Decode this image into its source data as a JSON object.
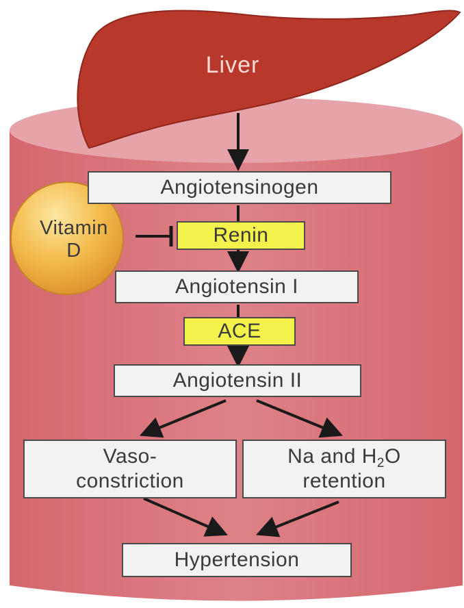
{
  "diagram": {
    "organ_label": "Liver",
    "inhibitor": {
      "line1": "Vitamin",
      "line2": "D"
    },
    "nodes": {
      "angiotensinogen": "Angiotensinogen",
      "renin": "Renin",
      "angiotensin_i": "Angiotensin I",
      "ace": "ACE",
      "angiotensin_ii": "Angiotensin II",
      "vasoconstriction": {
        "line1": "Vaso-",
        "line2": "constriction"
      },
      "na_h2o": {
        "line1_prefix": "Na and H",
        "line1_sub": "2",
        "line1_suffix": "O",
        "line2": "retention"
      },
      "hypertension": "Hypertension"
    },
    "colors": {
      "vessel": "#d9747a",
      "vessel_top": "#e5a0a6",
      "liver": "#b8382c",
      "enzyme_box": "#f3f24a",
      "node_box": "#f2f2f2",
      "vitamin_d": "#efb03e"
    }
  }
}
